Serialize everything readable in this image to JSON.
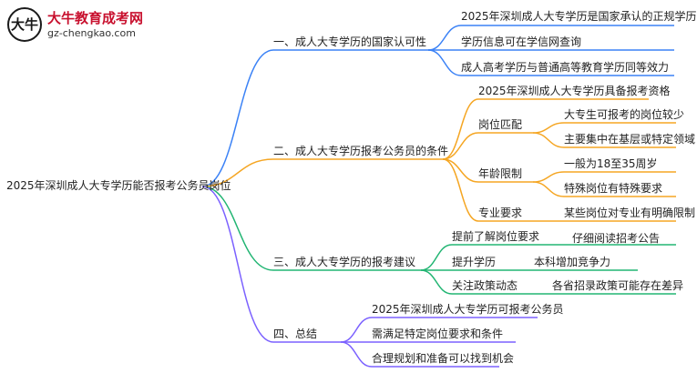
{
  "logo": {
    "badge_text": "大牛",
    "title": "大牛教育成考网",
    "url": "gz-chengkao.com"
  },
  "colors": {
    "branch1": "#3b82f6",
    "branch2": "#f5a623",
    "branch3": "#22b573",
    "branch4": "#7b61ff"
  },
  "mindmap": {
    "root": "2025年深圳成人大专学历能否报考公务员岗位",
    "branches": [
      {
        "label": "一、成人大专学历的国家认可性",
        "children": [
          {
            "label": "2025年深圳成人大专学历是国家承认的正规学历"
          },
          {
            "label": "学历信息可在学信网查询"
          },
          {
            "label": "成人高考学历与普通高等教育学历同等效力"
          }
        ]
      },
      {
        "label": "二、成人大专学历报考公务员的条件",
        "children": [
          {
            "label": "2025年深圳成人大专学历具备报考资格"
          },
          {
            "label": "岗位匹配",
            "children": [
              {
                "label": "大专生可报考的岗位较少"
              },
              {
                "label": "主要集中在基层或特定领域"
              }
            ]
          },
          {
            "label": "年龄限制",
            "children": [
              {
                "label": "一般为18至35周岁"
              },
              {
                "label": "特殊岗位有特殊要求"
              }
            ]
          },
          {
            "label": "专业要求",
            "children": [
              {
                "label": "某些岗位对专业有明确限制"
              }
            ]
          }
        ]
      },
      {
        "label": "三、成人大专学历的报考建议",
        "children": [
          {
            "label": "提前了解岗位要求",
            "children": [
              {
                "label": "仔细阅读招考公告"
              }
            ]
          },
          {
            "label": "提升学历",
            "children": [
              {
                "label": "本科增加竞争力"
              }
            ]
          },
          {
            "label": "关注政策动态",
            "children": [
              {
                "label": "各省招录政策可能存在差异"
              }
            ]
          }
        ]
      },
      {
        "label": "四、总结",
        "children": [
          {
            "label": "2025年深圳成人大专学历可报考公务员"
          },
          {
            "label": "需满足特定岗位要求和条件"
          },
          {
            "label": "合理规划和准备可以找到机会"
          }
        ]
      }
    ]
  }
}
